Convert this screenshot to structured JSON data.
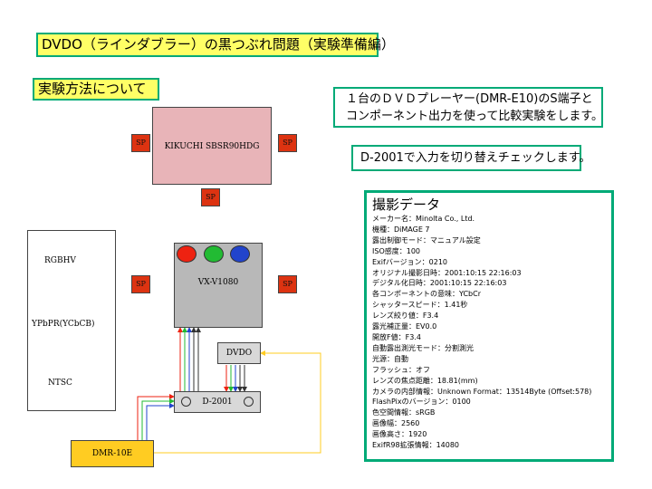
{
  "title": "DVDO（ラインダブラー）の黒つぶれ問題（実験準備編）",
  "method_label": "実験方法について",
  "note1": [
    "１台のＤＶＤプレーヤー(DMR-E10)のS端子と",
    "コンポーネント出力を使って比較実験をします。"
  ],
  "note2": "D-2001で入力を切り替えチェックします。",
  "speaker_label": "SP",
  "kikuchi_label": "KIKUCHI SBSR90HDG",
  "projector_label": "VX-V1080",
  "dvdo_label": "DVDO",
  "d2001_label": "D-2001",
  "dmr_label": "DMR-10E",
  "legend": {
    "rgbhv": "RGBHV",
    "ypbpr": "YPbPR(YCbCB)",
    "ntsc": "NTSC"
  },
  "colors": {
    "red": "#ee2211",
    "green": "#22bb33",
    "blue": "#2244cc",
    "yellow": "#ffcc22",
    "cyan": "#33cccc",
    "accent": "#00aa77",
    "highlight": "#ffff66"
  },
  "info": {
    "heading": "撮影データ",
    "rows": [
      "メーカー名：Minolta Co., Ltd.",
      "機種：DiMAGE 7",
      "露出制御モード：マニュアル設定",
      "ISO感度：100",
      "Exifバージョン：0210",
      "オリジナル撮影日時：2001:10:15 22:16:03",
      "デジタル化日時：2001:10:15 22:16:03",
      "各コンポーネントの意味：YCbCr",
      "シャッタースピード：1.41秒",
      "レンズ絞り値：F3.4",
      "露光補正量：EV0.0",
      "開放F値：F3.4",
      "自動露出測光モード：分割測光",
      "光源：自動",
      "フラッシュ：オフ",
      "レンズの焦点距離：18.81(mm)",
      "カメラの内部情報：Unknown Format：13514Byte (Offset:578)",
      "FlashPixのバージョン：0100",
      "色空間情報：sRGB",
      "画像幅：2560",
      "画像高さ：1920",
      "ExifR98拡張情報：14080"
    ]
  }
}
